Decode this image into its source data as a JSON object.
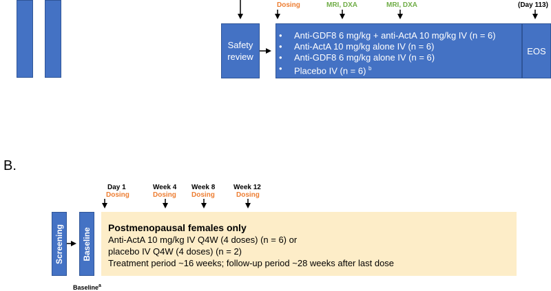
{
  "panel_a": {
    "dosing_label": "Dosing",
    "mri_dxa_1": "MRI, DXA",
    "mri_dxa_2": "MRI, DXA",
    "day113_label": "(Day 113)",
    "safety_review": "Safety review",
    "arms": [
      "Anti-GDF8 6 mg/kg + anti-ActA 10 mg/kg IV (n = 6)",
      "Anti-ActA 10 mg/kg alone IV (n = 6)",
      "Anti-GDF8 6 mg/kg alone IV (n = 6)",
      "Placebo IV (n = 6)"
    ],
    "placebo_footnote": "b",
    "eos_label": "EOS"
  },
  "panel_b": {
    "section_label": "B.",
    "timepoints": [
      {
        "top": "Day 1",
        "bottom": "Dosing"
      },
      {
        "top": "Week 4",
        "bottom": "Dosing"
      },
      {
        "top": "Week 8",
        "bottom": "Dosing"
      },
      {
        "top": "Week 12",
        "bottom": "Dosing"
      }
    ],
    "screening_label": "Screening",
    "baseline_label": "Baseline",
    "baseline_footnote_label": "Baseline",
    "baseline_footnote": "a",
    "box_title": "Postmenopausal females only",
    "box_lines": [
      "Anti-ActA 10 mg/kg IV Q4W (4 doses) (n = 6) or",
      "placebo IV Q4W (4 doses) (n = 2)",
      "Treatment period ~16 weeks; follow-up period ~28 weeks after last dose"
    ]
  },
  "colors": {
    "box_blue": "#4472c4",
    "dosing_orange": "#ed7d31",
    "imaging_green": "#70ad47",
    "panel_b_fill": "#fdedc8"
  }
}
